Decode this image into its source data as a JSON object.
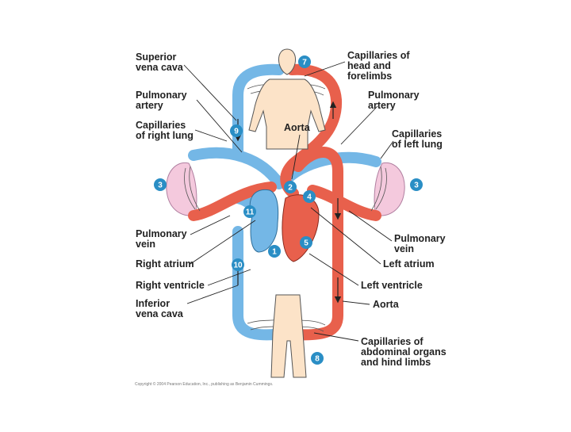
{
  "labels": {
    "superior_vena_cava": "Superior\nvena cava",
    "capillaries_head": "Capillaries of\nhead and\nforelimbs",
    "pulmonary_artery_left": "Pulmonary\nartery",
    "pulmonary_artery_right": "Pulmonary\nartery",
    "capillaries_right_lung": "Capillaries\nof right lung",
    "aorta_top": "Aorta",
    "capillaries_left_lung": "Capillaries\nof left lung",
    "pulmonary_vein_left": "Pulmonary\nvein",
    "pulmonary_vein_right": "Pulmonary\nvein",
    "right_atrium": "Right atrium",
    "left_atrium": "Left atrium",
    "right_ventricle": "Right ventricle",
    "left_ventricle": "Left ventricle",
    "inferior_vena_cava": "Inferior\nvena cava",
    "aorta_bottom": "Aorta",
    "capillaries_abdominal": "Capillaries of\nabdominal organs\nand hind limbs"
  },
  "markers": {
    "m1": "1",
    "m2": "2",
    "m3a": "3",
    "m3b": "3",
    "m4": "4",
    "m5": "5",
    "m7": "7",
    "m8": "8",
    "m9": "9",
    "m10": "10",
    "m11": "11"
  },
  "copyright": "Copyright © 2004 Pearson Education, Inc., publishing as Benjamin Cummings.",
  "colors": {
    "oxygenated": "#e8604c",
    "deoxygenated": "#74b7e6",
    "marker": "#2a8ec5",
    "lung": "#f4c9dd",
    "skin": "#fce3c8",
    "outline": "#333333"
  }
}
